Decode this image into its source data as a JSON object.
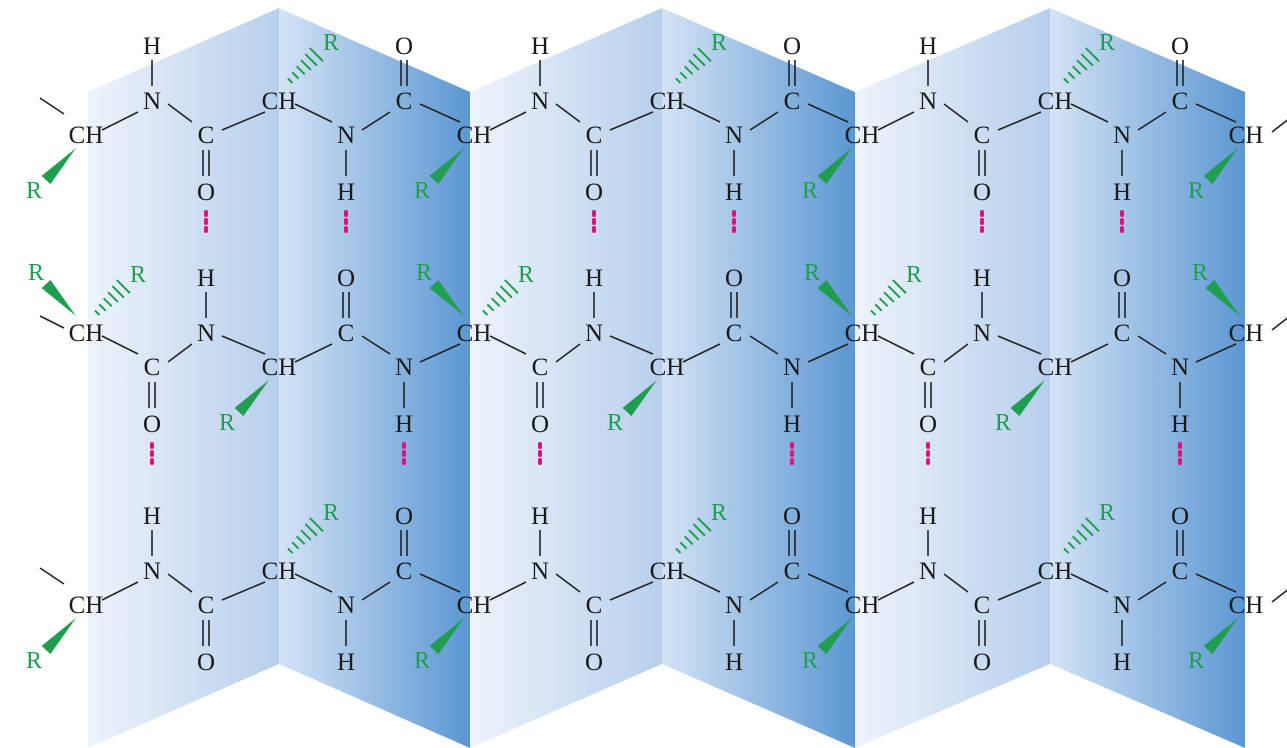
{
  "diagram": {
    "kind": "beta-pleated-sheet",
    "labels": {
      "h": "H",
      "n": "N",
      "o": "O",
      "c": "C",
      "ch": "CH",
      "r": "R"
    },
    "colors": {
      "atom_text": "#1a1a1a",
      "r_group": "#1f9e4f",
      "hydrogen_bond": "#e0107a",
      "sheet_light": "#e6eef9",
      "sheet_dark": "#5b97d2"
    },
    "strand_count": 3,
    "sheet_panels": 6
  }
}
